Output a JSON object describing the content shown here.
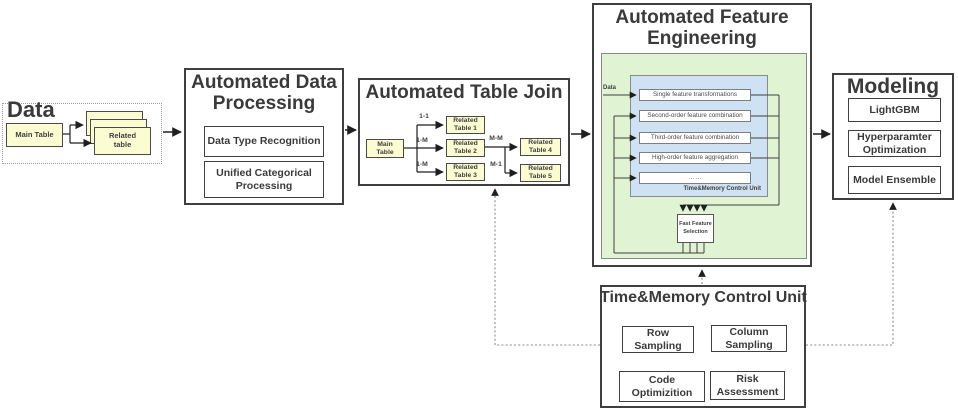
{
  "diagram": {
    "data": {
      "title": "Data",
      "main_table": "Main Table",
      "related_table": "Related table"
    },
    "adp": {
      "title": "Automated Data Processing",
      "items": [
        "Data Type Recognition",
        "Unified Categorical Processing"
      ]
    },
    "atj": {
      "title": "Automated Table Join",
      "main_table": "Main Table",
      "tables": [
        "Related Table 1",
        "Related Table 2",
        "Related Table 3",
        "Related Table 4",
        "Related Table 5"
      ],
      "edges": [
        "1-1",
        "1-M",
        "1-M",
        "M-M",
        "M-1"
      ]
    },
    "afe": {
      "title": "Automated Feature Engineering",
      "input_label": "Data",
      "rows": [
        "Single feature transformations",
        "Second-order feature combination",
        "Third-order feature combination",
        "High-order feature aggregation",
        "... ..."
      ],
      "control_label": "Time&Memory Control Unit",
      "selector": "Fast Feature Selection"
    },
    "modeling": {
      "title": "Modeling",
      "items": [
        "LightGBM",
        "Hyperparamter Optimization",
        "Model Ensemble"
      ]
    },
    "tmcu": {
      "title": "Time&Memory Control Unit",
      "items": [
        "Row Sampling",
        "Column Sampling",
        "Code Optimizition",
        "Risk Assessment"
      ]
    }
  },
  "colors": {
    "box_yellow": "#FCFCD2",
    "panel_green": "#E0F4D4",
    "panel_blue": "#CFE2F3",
    "line": "#3F3F3F"
  }
}
